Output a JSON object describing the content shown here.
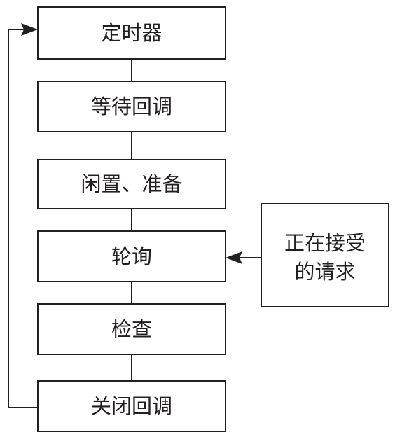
{
  "flow": {
    "steps": [
      {
        "label": "定时器"
      },
      {
        "label": "等待回调"
      },
      {
        "label": "闲置、准备"
      },
      {
        "label": "轮询"
      },
      {
        "label": "检查"
      },
      {
        "label": "关闭回调"
      }
    ]
  },
  "side_input": {
    "lines": [
      "正在接受",
      "的请求"
    ]
  },
  "colors": {
    "stroke": "#231f20",
    "background": "#ffffff"
  }
}
